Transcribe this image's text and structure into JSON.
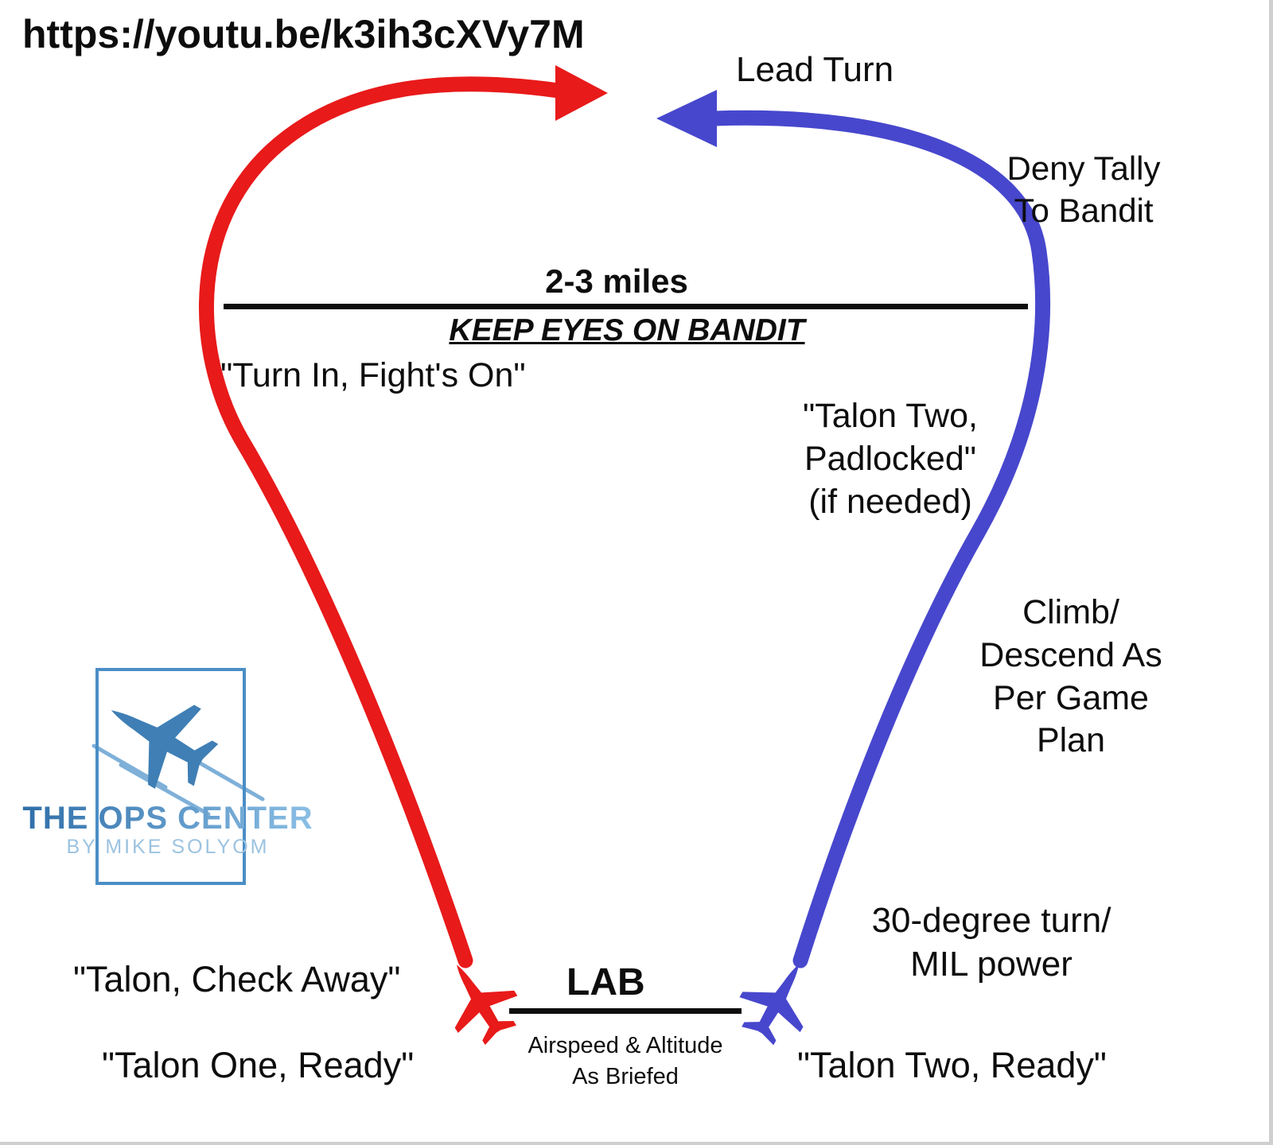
{
  "header": {
    "url": "https://youtu.be/k3ih3cXVy7M"
  },
  "colors": {
    "red_path": "#e81a1a",
    "blue_path": "#4747cd",
    "text": "#0d0d0d",
    "logo_blue": "#4a8ec6",
    "logo_light_blue": "#9cc3e0"
  },
  "diagram": {
    "lead_turn": "Lead Turn",
    "deny_tally": "Deny Tally\nTo Bandit",
    "range": "2-3 miles",
    "keep_eyes": "KEEP EYES ON BANDIT",
    "turn_in": "\"Turn In, Fight's On\"",
    "padlocked": "\"Talon Two,\nPadlocked\"\n(if needed)",
    "climb": "Climb/\nDescend As\nPer Game\nPlan",
    "thirty_degree": "30-degree turn/\nMIL power",
    "check_away": "\"Talon, Check Away\"",
    "one_ready": "\"Talon One, Ready\"",
    "lab": "LAB",
    "airspeed": "Airspeed & Altitude\nAs Briefed",
    "two_ready": "\"Talon Two, Ready\""
  },
  "logo": {
    "title": "THE OPS CENTER",
    "subtitle": "BY MIKE SOLYOM"
  }
}
